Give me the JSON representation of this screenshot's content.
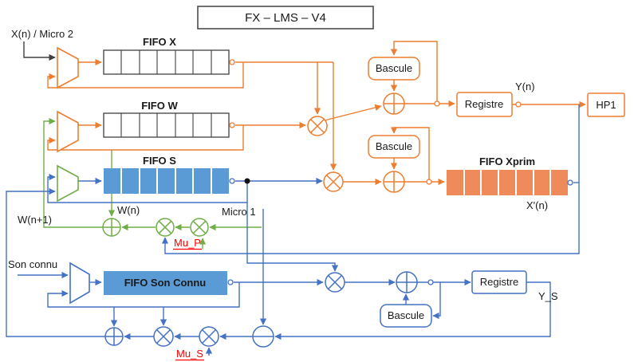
{
  "colors": {
    "orange": "#ED7D31",
    "green": "#70AD47",
    "blue": "#4472C4",
    "fifo_blue_fill": "#5B9BD5",
    "fifo_orange_fill": "#EF8B5A",
    "red": "#FF0000",
    "ink": "#404040"
  },
  "title": {
    "label": "FX – LMS – V4"
  },
  "inputs": {
    "x_micro2": "X(n) / Micro 2",
    "son_connu": "Son connu",
    "micro1": "Micro 1"
  },
  "fifos": {
    "x": "FIFO X",
    "w": "FIFO W",
    "s": "FIFO S",
    "xprim": "FIFO Xprim",
    "son_connu": "FIFO Son Connu"
  },
  "blocks": {
    "bascule": "Bascule",
    "registre": "Registre",
    "hp1": "HP1"
  },
  "signals": {
    "yn": "Y(n)",
    "xprim_n": "X'(n)",
    "wn": "W(n)",
    "wn_plus1": "W(n+1)",
    "y_s": "Y_S",
    "mu_p": "Mu_P",
    "mu_s": "Mu_S"
  }
}
